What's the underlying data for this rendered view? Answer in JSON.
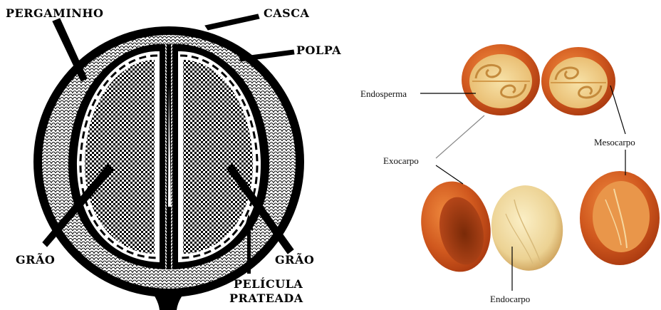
{
  "diagram": {
    "labels": {
      "pergaminho": "PERGAMINHO",
      "casca": "CASCA",
      "polpa": "POLPA",
      "grao_left": "GRÃO",
      "grao_right": "GRÃO",
      "pelicula_line1": "PELÍCULA",
      "pelicula_line2": "PRATEADA"
    }
  },
  "photo": {
    "labels": {
      "endosperma": "Endosperma",
      "mesocarpo": "Mesocarpo",
      "exocarpo": "Exocarpo",
      "endocarpo": "Endocarpo"
    }
  },
  "colors": {
    "fruit_red": "#c8511c",
    "fruit_orange": "#e0782e",
    "bean_cream": "#eed9a0",
    "ink": "#000000"
  }
}
